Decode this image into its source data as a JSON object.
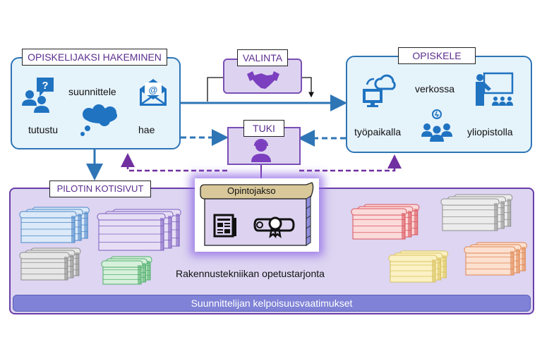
{
  "diagram": {
    "apply": {
      "title": "OPISKELIJAKSI HAKEMINEN",
      "items": [
        {
          "label": "tutustu",
          "icon": "people-question-icon"
        },
        {
          "label": "suunnittele",
          "icon": "thought-cloud-icon"
        },
        {
          "label": "hae",
          "icon": "email-at-icon"
        }
      ]
    },
    "selection": {
      "title": "VALINTA",
      "icon": "handshake-icon"
    },
    "support": {
      "title": "TUKI",
      "icon": "support-agent-icon"
    },
    "study": {
      "title": "OPISKELE",
      "items": [
        {
          "label": "verkossa",
          "icon": "cloud-computer-icon"
        },
        {
          "label": "työpaikalla",
          "icon": "team-idea-icon"
        },
        {
          "label": "yliopistolla",
          "icon": "teacher-board-icon"
        }
      ]
    },
    "pilot": {
      "title": "PILOTIN KOTISIVUT",
      "offering_label": "Rakennustekniikan opetustarjonta",
      "course": {
        "title": "Opintojakso",
        "icons": [
          "document-icon",
          "diploma-icon"
        ]
      },
      "requirements_label": "Suunnittelijan kelpoisuusvaatimukset",
      "course_stacks": [
        {
          "color": "blue",
          "fill": "#dbe9f8",
          "stroke": "#4a86c8"
        },
        {
          "color": "purple",
          "fill": "#e6def5",
          "stroke": "#7b5cc0"
        },
        {
          "color": "gray",
          "fill": "#e6e6e6",
          "stroke": "#8a8a8a"
        },
        {
          "color": "green",
          "fill": "#d7f0dc",
          "stroke": "#4fae6a"
        },
        {
          "color": "red",
          "fill": "#fbdada",
          "stroke": "#d9535b"
        },
        {
          "color": "light-gray",
          "fill": "#ececec",
          "stroke": "#8f8f8f"
        },
        {
          "color": "yellow",
          "fill": "#fbf1c4",
          "stroke": "#d9c25a"
        },
        {
          "color": "orange",
          "fill": "#fbe0cf",
          "stroke": "#e08550"
        }
      ]
    },
    "colors": {
      "blue": "#2e75b6",
      "purple": "#7030a0",
      "icon_blue": "#1f73c1",
      "icon_purple": "#7b3fbf"
    }
  }
}
